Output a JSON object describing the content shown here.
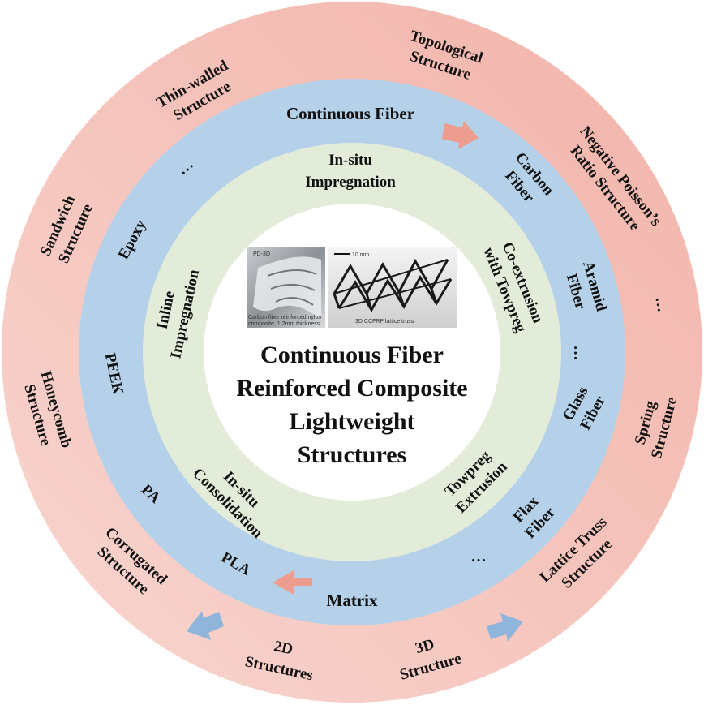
{
  "colors": {
    "outer_ring": "#f2b3a9",
    "outer_ring_light": "#f8d6d0",
    "middle_ring": "#b5d1ea",
    "inner_ring": "#e3ecd9",
    "core": "#ffffff",
    "arrow_pink": "#ec9d8f",
    "arrow_blue": "#8fb6da"
  },
  "center_title": {
    "line1": "Continuous Fiber",
    "line2": "Reinforced Composite",
    "line3": "Lightweight",
    "line4": "Structures"
  },
  "photos": {
    "left_tag": "PD-3D",
    "left_caption_1": "Carbon fiber reinforced nylon",
    "left_caption_2": "composite, 1.2mm thickness",
    "right_scale": "10 mm",
    "right_caption": "3D CCFRP lattice truss"
  },
  "inner_ring": {
    "in_situ_impregnation_1": "In-situ",
    "in_situ_impregnation_2": "Impregnation",
    "coextrusion_1": "Co-extrusion",
    "coextrusion_2": "with Towpreg",
    "towpreg_extrusion_1": "Towpreg",
    "towpreg_extrusion_2": "Extrusion",
    "in_situ_consolidation_1": "In-situ",
    "in_situ_consolidation_2": "Consolidation",
    "inline_impregnation_1": "Inline",
    "inline_impregnation_2": "Impregnation"
  },
  "middle_ring": {
    "continuous_fiber": "Continuous Fiber",
    "carbon_1": "Carbon",
    "carbon_2": "Fiber",
    "aramid_1": "Aramid",
    "aramid_2": "Fiber",
    "ellipsis_fiber": "…",
    "glass_1": "Glass",
    "glass_2": "Fiber",
    "flax_1": "Flax",
    "flax_2": "Fiber",
    "ellipsis_bottom": "…",
    "matrix": "Matrix",
    "pla": "PLA",
    "pa": "PA",
    "peek": "PEEK",
    "epoxy": "Epoxy",
    "ellipsis_top": "…"
  },
  "outer_ring": {
    "topological_1": "Topological",
    "topological_2": "Structure",
    "npr_1": "Negative Poisson’s",
    "npr_2": "Ratio Structure",
    "ellipsis": "…",
    "spring_1": "Spring",
    "spring_2": "Structure",
    "lattice_1": "Lattice Truss",
    "lattice_2": "Structure",
    "three_d_1": "3D",
    "three_d_2": "Structure",
    "two_d_1": "2D",
    "two_d_2": "Structures",
    "corrugated_1": "Corrugated",
    "corrugated_2": "Structure",
    "honeycomb_1": "Honeycomb",
    "honeycomb_2": "Structure",
    "sandwich_1": "Sandwich",
    "sandwich_2": "Structure",
    "thin_walled_1": "Thin-walled",
    "thin_walled_2": "Structure"
  }
}
